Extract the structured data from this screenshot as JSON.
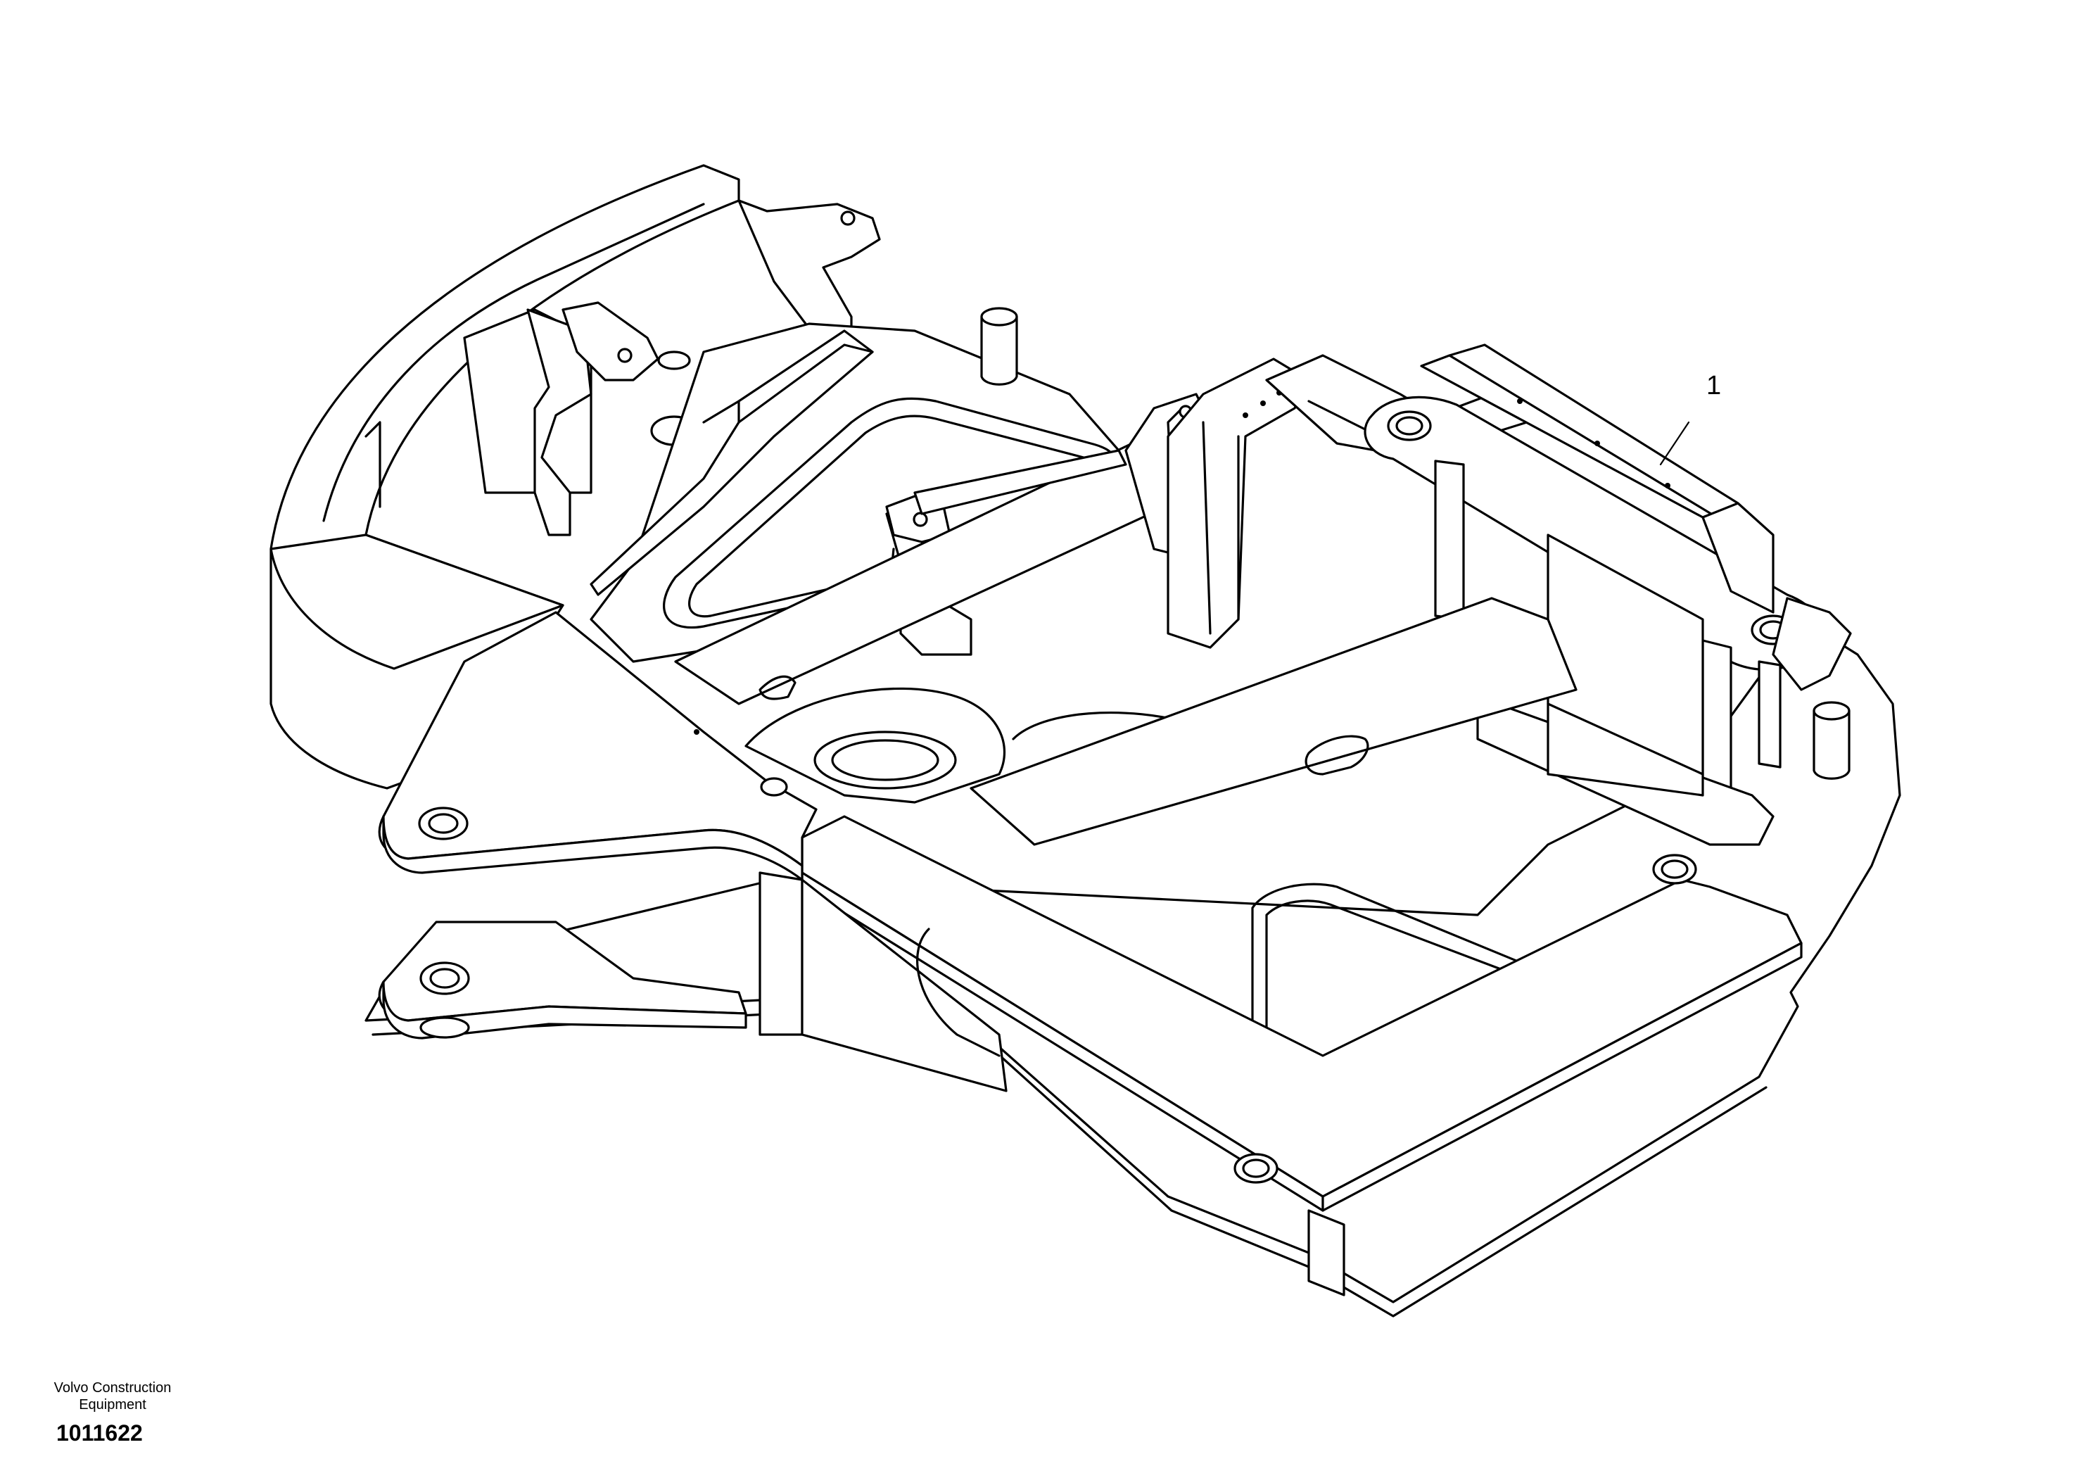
{
  "diagram": {
    "callouts": [
      {
        "label": "1"
      }
    ]
  },
  "caption": {
    "company_line1": "Volvo Construction",
    "company_line2": "Equipment",
    "part_number": "1011622"
  }
}
